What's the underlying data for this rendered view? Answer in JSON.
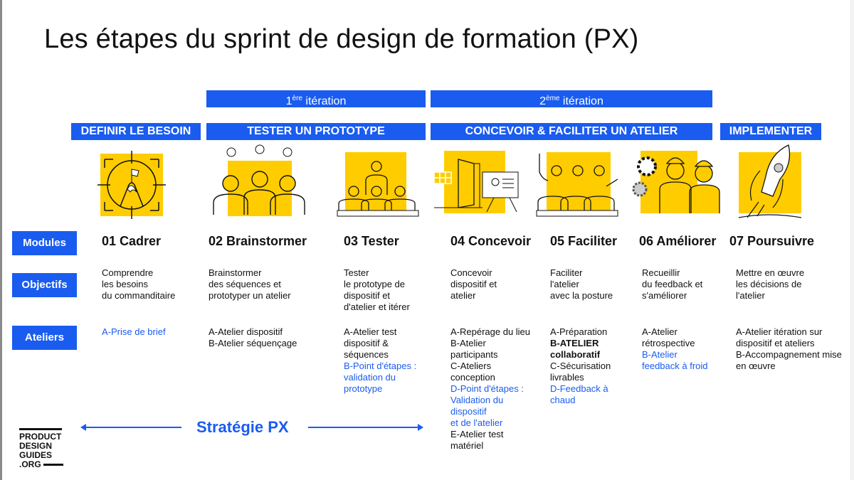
{
  "title": "Les étapes du sprint de design de formation (PX)",
  "iterations": [
    {
      "num": "1",
      "sup": "ère",
      "label": " itération"
    },
    {
      "num": "2",
      "sup": "ème",
      "label": " itération"
    }
  ],
  "phases": [
    "DEFINIR LE BESOIN",
    "TESTER UN PROTOTYPE",
    "CONCEVOIR & FACILITER UN ATELIER",
    "IMPLEMENTER"
  ],
  "row_labels": {
    "modules": "Modules",
    "objectifs": "Objectifs",
    "ateliers": "Ateliers"
  },
  "modules": [
    {
      "name": "01 Cadrer",
      "objectif": "Comprendre\nles besoins\ndu commanditaire",
      "ateliers": [
        {
          "text": "A-Prise de brief",
          "highlight": true
        }
      ]
    },
    {
      "name": "02 Brainstormer",
      "objectif": "Brainstormer\ndes séquences et\nprototyper un atelier",
      "ateliers": [
        {
          "text": "A-Atelier dispositif\nB-Atelier séquençage",
          "highlight": false
        }
      ]
    },
    {
      "name": "03 Tester",
      "objectif": "Tester\nle prototype de\ndispositif et\nd'atelier et itérer",
      "ateliers": [
        {
          "text": "A-Atelier test\ndispositif &\nséquences",
          "highlight": false
        },
        {
          "text": "B-Point d'étapes :\nvalidation du\nprototype",
          "highlight": true
        }
      ]
    },
    {
      "name": "04 Concevoir",
      "objectif": "Concevoir\ndispositif et\natelier",
      "ateliers": [
        {
          "text": "A-Repérage du lieu\nB-Atelier\nparticipants\nC-Ateliers\nconception",
          "highlight": false
        },
        {
          "text": "D-Point d'étapes :\nValidation du\ndispositif\net de l'atelier",
          "highlight": true
        },
        {
          "text": "E-Atelier test\nmatériel",
          "highlight": false
        }
      ]
    },
    {
      "name": "05 Faciliter",
      "objectif": "Faciliter\nl'atelier\navec la posture",
      "ateliers": [
        {
          "text": "A-Préparation",
          "highlight": false
        },
        {
          "text": "B-ATELIER\ncollaboratif",
          "highlight": false,
          "bold": true
        },
        {
          "text": "C-Sécurisation\nlivrables",
          "highlight": false
        },
        {
          "text": "D-Feedback à\nchaud",
          "highlight": true
        }
      ]
    },
    {
      "name": "06 Améliorer",
      "objectif": "Recueillir\ndu feedback et\ns'améliorer",
      "ateliers": [
        {
          "text": "A-Atelier\nrétrospective",
          "highlight": false
        },
        {
          "text": "B-Atelier\nfeedback à froid",
          "highlight": true
        }
      ]
    },
    {
      "name": "07 Poursuivre",
      "objectif": "Mettre en œuvre\nles décisions de\nl'atelier",
      "ateliers": [
        {
          "text": "A-Atelier itération sur\ndispositif et ateliers\nB-Accompagnement mise\nen œuvre",
          "highlight": false
        }
      ]
    }
  ],
  "strategy": "Stratégie PX",
  "logo": "PRODUCT DESIGN GUIDES .ORG",
  "colors": {
    "blue": "#1a5cf0",
    "yellow": "#ffcc00"
  }
}
